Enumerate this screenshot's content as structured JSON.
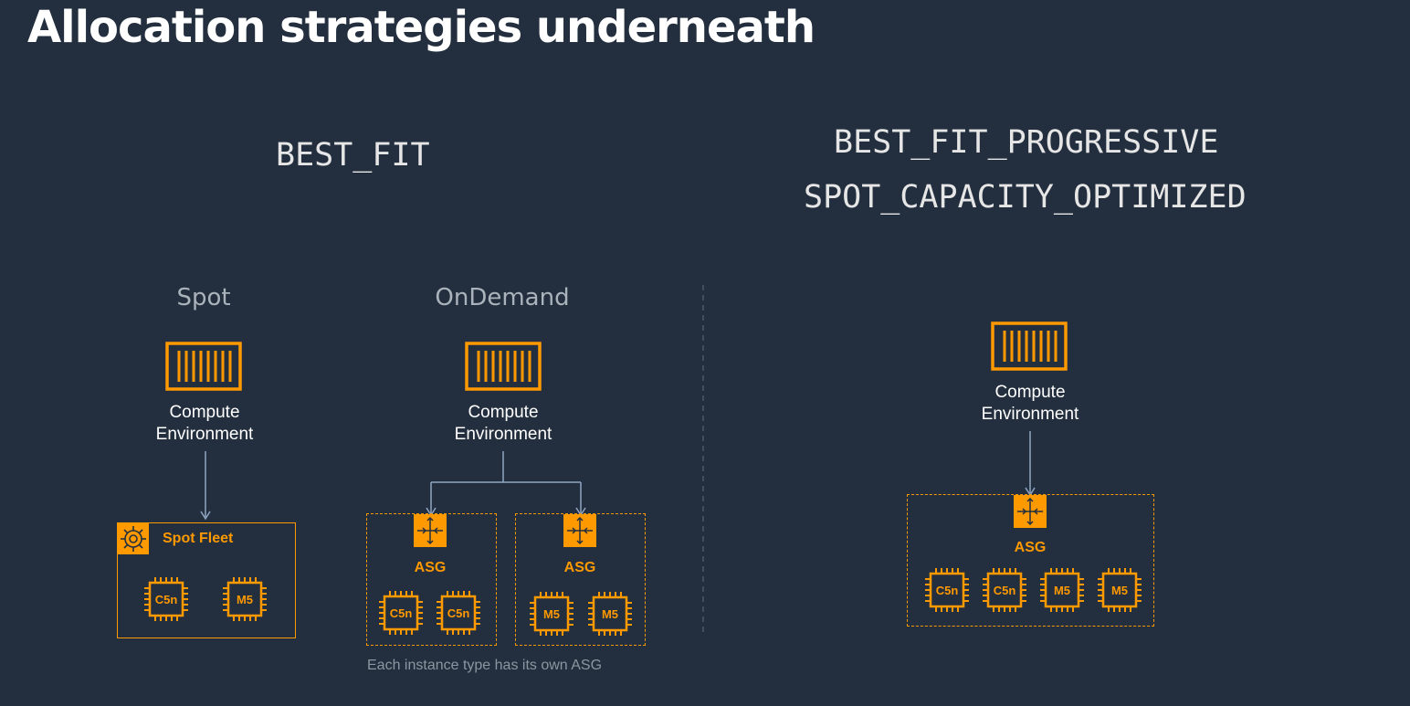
{
  "title": "Allocation strategies underneath",
  "left": {
    "strategy": "BEST_FIT",
    "spot": {
      "label": "Spot",
      "ce_line1": "Compute",
      "ce_line2": "Environment",
      "fleet_label": "Spot Fleet",
      "instances": [
        "C5n",
        "M5"
      ]
    },
    "ondemand": {
      "label": "OnDemand",
      "ce_line1": "Compute",
      "ce_line2": "Environment",
      "asgs": [
        {
          "label": "ASG",
          "instances": [
            "C5n",
            "C5n"
          ]
        },
        {
          "label": "ASG",
          "instances": [
            "M5",
            "M5"
          ]
        }
      ],
      "note": "Each instance type has its own ASG"
    }
  },
  "right": {
    "strategy_1": "BEST_FIT_PROGRESSIVE",
    "strategy_2": "SPOT_CAPACITY_OPTIMIZED",
    "ce_line1": "Compute",
    "ce_line2": "Environment",
    "asg_label": "ASG",
    "instances": [
      "C5n",
      "C5n",
      "M5",
      "M5"
    ]
  },
  "colors": {
    "background": "#232f3e",
    "accent": "#ff9900",
    "connector": "#8fa6c4"
  },
  "icons": {
    "compute_environment": "container-icon",
    "asg": "auto-scaling-icon",
    "spot_fleet": "spot-fleet-icon",
    "instance": "chip-icon"
  }
}
